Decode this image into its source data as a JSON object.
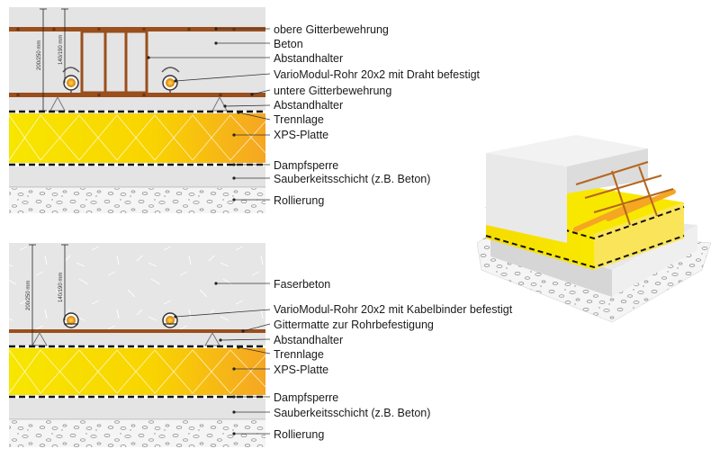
{
  "top_section": {
    "dimension_total": "200/250 mm",
    "dimension_inner": "140/190 mm",
    "labels": [
      "obere Gitterbewehrung",
      "Beton",
      "Abstandhalter",
      "VarioModul-Rohr 20x2 mit Draht befestigt",
      "untere Gitterbewehrung",
      "Abstandhalter",
      "Trennlage",
      "XPS-Platte",
      "Dampfsperre",
      "Sauberkeitsschicht (z.B. Beton)",
      "Rollierung"
    ]
  },
  "bottom_section": {
    "dimension_total": "200/250 mm",
    "dimension_inner": "140/190 mm",
    "labels": [
      "Faserbeton",
      "VarioModul-Rohr 20x2 mit Kabelbinder befestigt",
      "Gittermatte zur Rohrbefestigung",
      "Abstandhalter",
      "Trennlage",
      "XPS-Platte",
      "Dampfsperre",
      "Sauberkeitsschicht (z.B. Beton)",
      "Rollierung"
    ]
  },
  "colors": {
    "concrete": "#e4e4e4",
    "xps_start": "#f7e900",
    "xps_end": "#f5a623",
    "rebar": "#9a4f1c",
    "pipe": "#f5a623",
    "gravel": "#f3f3f3"
  }
}
